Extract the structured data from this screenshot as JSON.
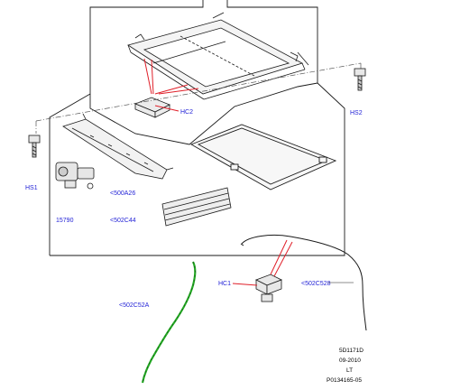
{
  "colors": {
    "line": "#1a1a1a",
    "callout_red": "#e0202a",
    "label_blue": "#1f1fd6",
    "harness_green": "#22aa22"
  },
  "labels": {
    "hc2": "HC2",
    "hs2": "HS2",
    "hs1": "HS1",
    "part_500a26": "<500A26",
    "part_15790": "15790",
    "part_502c44": "<502C44",
    "hc1": "HC1",
    "part_502c528": "<502C528",
    "part_502c52a": "<502C52A"
  },
  "reference": {
    "line1": "5D1171D",
    "line2": "09-2010",
    "line3": "LT",
    "line4": "P0134165-05"
  }
}
